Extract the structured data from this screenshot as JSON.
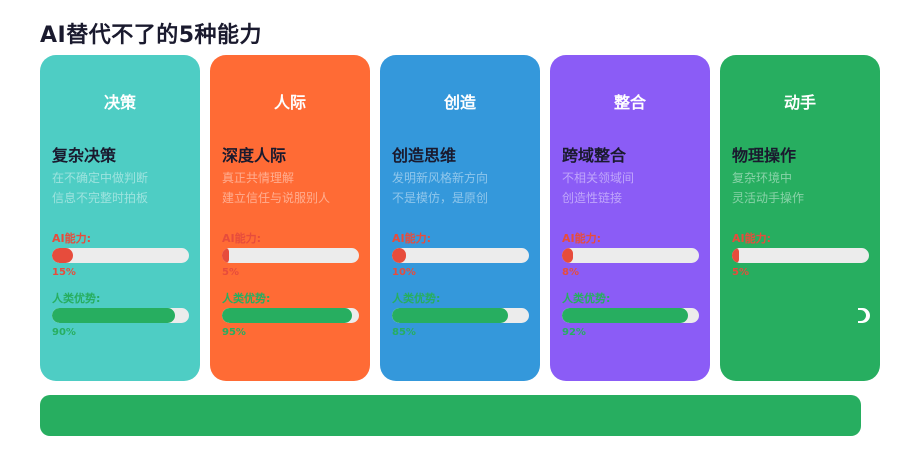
{
  "page": {
    "title": "AI替代不了的5种能力"
  },
  "labels": {
    "ai": "AI能力:",
    "human": "人类优势:"
  },
  "cards": [
    {
      "category": "决策",
      "title": "复杂决策",
      "desc": [
        "在不确定中做判断",
        "信息不完整时拍板"
      ],
      "ai_pct": "15%",
      "ai_value": 15,
      "human_pct": "90%",
      "human_value": 90,
      "color": "#4ecdc4"
    },
    {
      "category": "人际",
      "title": "深度人际",
      "desc": [
        "真正共情理解",
        "建立信任与说服别人"
      ],
      "ai_pct": "5%",
      "ai_value": 5,
      "human_pct": "95%",
      "human_value": 95,
      "color": "#ff6b35"
    },
    {
      "category": "创造",
      "title": "创造思维",
      "desc": [
        "发明新风格新方向",
        "不是模仿，是原创"
      ],
      "ai_pct": "10%",
      "ai_value": 10,
      "human_pct": "85%",
      "human_value": 85,
      "color": "#3498db"
    },
    {
      "category": "整合",
      "title": "跨域整合",
      "desc": [
        "不相关领域间",
        "创造性链接"
      ],
      "ai_pct": "8%",
      "ai_value": 8,
      "human_pct": "92%",
      "human_value": 92,
      "color": "#8b5cf6"
    },
    {
      "category": "动手",
      "title": "物理操作",
      "desc": [
        "复杂环境中",
        "灵活动手操作"
      ],
      "ai_pct": "5%",
      "ai_value": 5,
      "human_pct": "",
      "human_value": null,
      "color": "#27ae60"
    }
  ],
  "colors": {
    "ai": "#e74c3c",
    "human": "#27ae60",
    "footer": "#27ae60"
  }
}
